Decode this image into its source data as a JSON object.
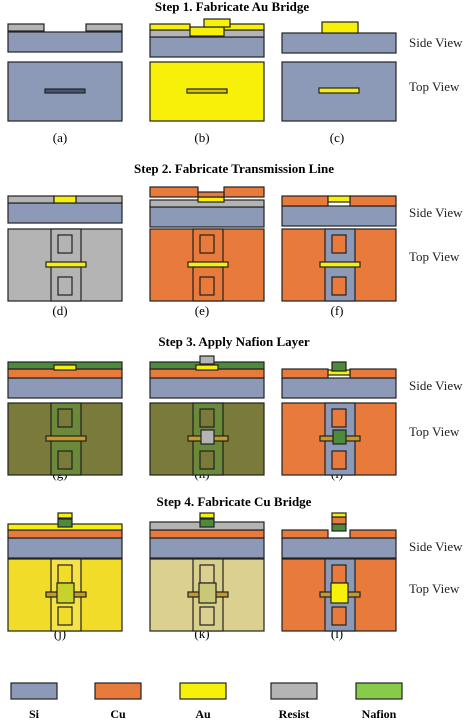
{
  "colors": {
    "si": "#8c9ab8",
    "cu": "#e87a3c",
    "au": "#f7f008",
    "resist": "#b4b4b4",
    "nafion": "#86cc4a",
    "nafion_film": "#7a7a3a",
    "nafion_on_cu": "#4e8a3c",
    "line": "#222222"
  },
  "steps": [
    {
      "title": "Step 1. Fabricate Au Bridge"
    },
    {
      "title": "Step 2. Fabricate Transmission Line"
    },
    {
      "title": "Step 3. Apply Nafion Layer"
    },
    {
      "title": "Step 4. Fabricate Cu Bridge"
    }
  ],
  "view_labels": {
    "side": "Side View",
    "top": "Top View"
  },
  "panel_labels": [
    "(a)",
    "(b)",
    "(c)",
    "(d)",
    "(e)",
    "(f)",
    "(g)",
    "(h)",
    "(i)",
    "(j)",
    "(k)",
    "(l)"
  ],
  "legend": [
    {
      "label": "Si",
      "color_key": "si"
    },
    {
      "label": "Cu",
      "color_key": "cu"
    },
    {
      "label": "Au",
      "color_key": "au"
    },
    {
      "label": "Resist",
      "color_key": "resist"
    },
    {
      "label": "Nafion",
      "color_key": "nafion"
    }
  ]
}
